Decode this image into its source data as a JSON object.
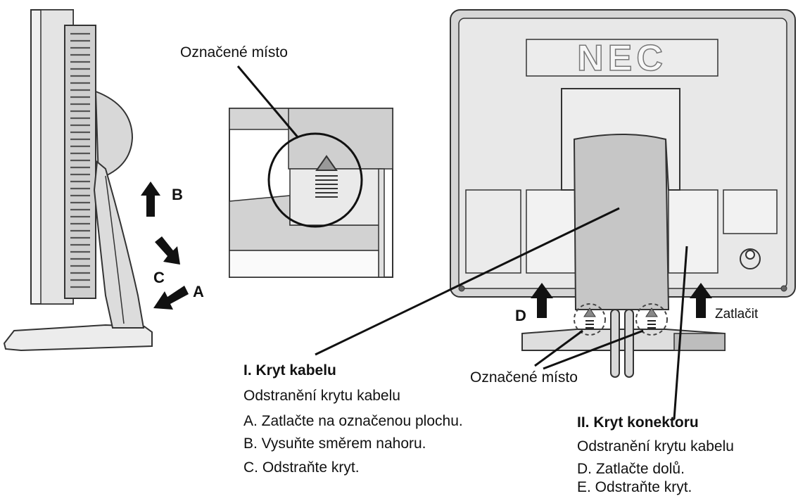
{
  "labels": {
    "marked_spot_top": "Označené místo",
    "marked_spot_bottom": "Označené místo",
    "arrow_a": "A",
    "arrow_b": "B",
    "arrow_c": "C",
    "arrow_d": "D",
    "push": "Zatlačit",
    "brand": "NEC"
  },
  "section1": {
    "title": "I. Kryt kabelu",
    "subtitle": "Odstranění krytu kabelu",
    "steps": [
      "A. Zatlačte na označenou plochu.",
      "B. Vysuňte směrem nahoru.",
      "C. Odstraňte kryt."
    ]
  },
  "section2": {
    "title": "II. Kryt konektoru",
    "subtitle": "Odstranění krytu kabelu",
    "steps": [
      "D. Zatlačte dolů.",
      "E. Odstraňte kryt."
    ]
  },
  "colors": {
    "line": "#222222",
    "panel_light": "#f1f1f1",
    "panel_mid": "#d6d6d6",
    "panel_dark": "#b7b7b7"
  }
}
